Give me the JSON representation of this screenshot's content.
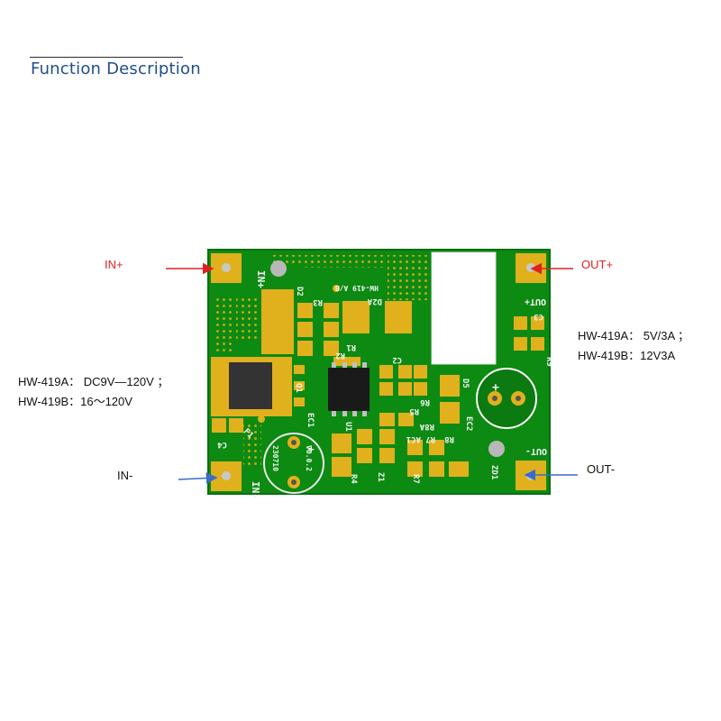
{
  "title": "Function Description",
  "labels": {
    "in_plus": "IN+",
    "in_minus": "IN-",
    "out_plus": "OUT+",
    "out_minus": "OUT-"
  },
  "input_spec": {
    "line1": "HW-419A： DC9V—120V   ；",
    "line2": "HW-419B：16～120V"
  },
  "output_spec": {
    "line1": "HW-419A： 5V/3A   ；",
    "line2": "HW-419B：12V3A"
  },
  "board": {
    "model": "HW-419 A/B",
    "date_code": "230710",
    "version": "V0.0.2",
    "silk_in_plus": "IN+",
    "silk_in_minus": "IN-",
    "silk_out_plus": "OUT+",
    "silk_out_minus": "OUT-",
    "refs": [
      "D2",
      "R3",
      "D2A",
      "R1",
      "R2",
      "C2",
      "Q1",
      "U1",
      "R5",
      "R6",
      "D5",
      "EC1",
      "C4",
      "F1",
      "R8A",
      "R7",
      "AC1",
      "R8",
      "EC2",
      "R4",
      "Z1",
      "R7",
      "ZD1",
      "C3",
      "R9"
    ]
  },
  "colors": {
    "pcb": "#0c8a12",
    "pad": "#e0b11c",
    "arrow_in_plus": "#e02020",
    "arrow_minus": "#3a6cc8",
    "title": "#1f4e8c"
  }
}
